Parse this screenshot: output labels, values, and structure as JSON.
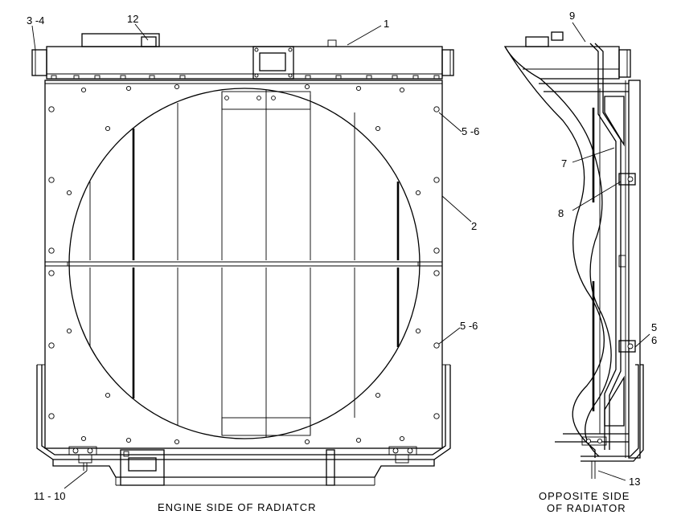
{
  "captions": {
    "engine_side": "ENGINE SIDE OF RADIATCR",
    "opposite_side_line1": "OPPOSITE SIDE",
    "opposite_side_line2": "OF RADIATOR"
  },
  "callouts": {
    "c1": "1",
    "c2": "2",
    "c3_4": "3 -4",
    "c5_6_upper": "5 -6",
    "c5_6_lower": "5 -6",
    "c5_side": "5",
    "c6_side": "6",
    "c7": "7",
    "c8": "8",
    "c9": "9",
    "c11_10": "11 - 10",
    "c12": "12",
    "c13": "13"
  }
}
